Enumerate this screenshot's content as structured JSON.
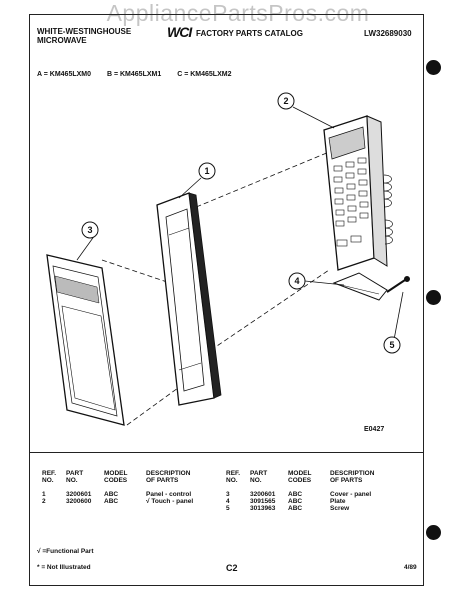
{
  "watermark": "AppliancePartsPros.com",
  "header": {
    "brand_line1": "WHITE-WESTINGHOUSE",
    "brand_line2": "MICROWAVE",
    "logo_text": "WCI",
    "catalog_title": "FACTORY PARTS CATALOG",
    "catalog_number": "LW32689030"
  },
  "models": [
    "A = KM465LXM0",
    "B = KM465LXM1",
    "C = KM465LXM2"
  ],
  "callouts": [
    "1",
    "2",
    "3",
    "4",
    "5"
  ],
  "figure_code": "E0427",
  "parts_table": {
    "headers": {
      "ref": [
        "REF.",
        "NO."
      ],
      "part": [
        "PART",
        "NO."
      ],
      "codes": [
        "MODEL",
        "CODES"
      ],
      "desc": [
        "DESCRIPTION",
        "OF PARTS"
      ]
    },
    "left_rows": [
      {
        "ref": "1",
        "part": "3200601",
        "codes": "ABC",
        "desc": "Panel - control"
      },
      {
        "ref": "2",
        "part": "3200600",
        "codes": "ABC",
        "desc": "√ Touch - panel"
      }
    ],
    "right_rows": [
      {
        "ref": "3",
        "part": "3200601",
        "codes": "ABC",
        "desc": "Cover - panel"
      },
      {
        "ref": "4",
        "part": "3091565",
        "codes": "ABC",
        "desc": "Plate"
      },
      {
        "ref": "5",
        "part": "3013963",
        "codes": "ABC",
        "desc": "Screw"
      }
    ]
  },
  "footer": {
    "note_functional": "√ =Functional Part",
    "note_not_illustrated": "* = Not Illustrated",
    "page_code": "C2",
    "date": "4/89"
  },
  "colors": {
    "ink": "#111111",
    "paper": "#ffffff",
    "watermark": "#969696"
  }
}
